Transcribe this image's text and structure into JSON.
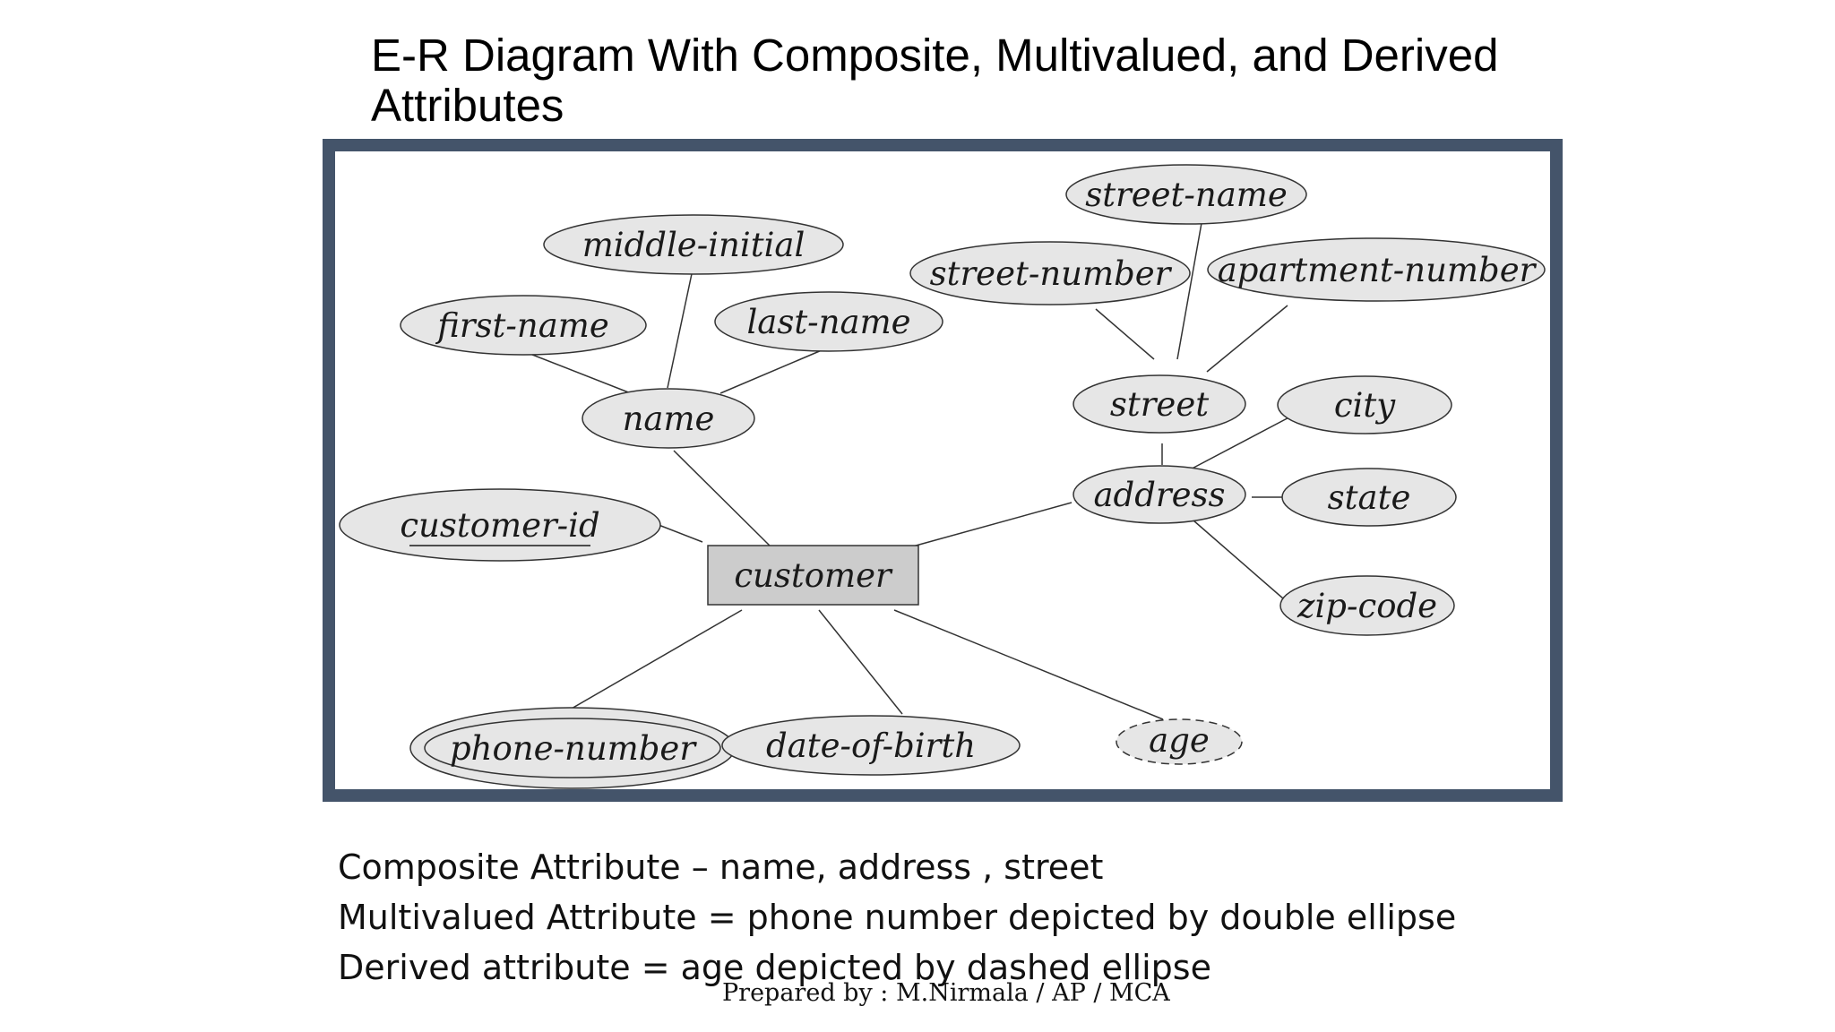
{
  "title": {
    "line1": "E-R Diagram With Composite, Multivalued, and Derived",
    "line2": "Attributes"
  },
  "diagram": {
    "entity": "customer",
    "attributes": {
      "name": "name",
      "first_name": "first-name",
      "middle_initial": "middle-initial",
      "last_name": "last-name",
      "customer_id": "customer-id",
      "address": "address",
      "street": "street",
      "street_name": "street-name",
      "street_number": "street-number",
      "apartment_number": "apartment-number",
      "city": "city",
      "state": "state",
      "zip_code": "zip-code",
      "phone_number": "phone-number",
      "date_of_birth": "date-of-birth",
      "age": "age"
    },
    "colors": {
      "ellipse_fill": "#e6e6e6",
      "entity_fill": "#cccccc",
      "frame": "#44546a"
    }
  },
  "notes": [
    "Composite Attribute – name, address , street",
    "Multivalued Attribute = phone number depicted by double ellipse",
    "Derived attribute = age depicted by dashed ellipse"
  ],
  "footer": "Prepared by : M.Nirmala / AP / MCA"
}
